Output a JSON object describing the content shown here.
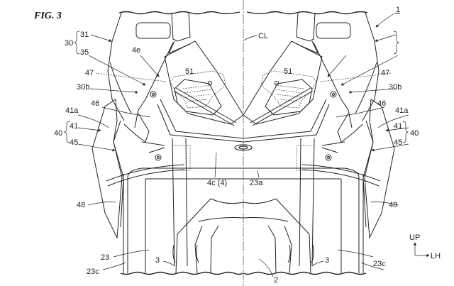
{
  "figure": {
    "title": "FIG. 3",
    "ref_main": "1",
    "centerline": "CL"
  },
  "labels": {
    "l31": "31",
    "l30": "30",
    "l35": "35",
    "l4e": "4e",
    "l51": "51",
    "l47": "47",
    "l30b": "30b",
    "l46": "46",
    "l41a": "41a",
    "l41": "41",
    "l40": "40",
    "l45": "45",
    "l4c": "4c (4)",
    "l23a": "23a",
    "l48": "48",
    "l23": "23",
    "l23c": "23c",
    "l3": "3",
    "l2": "2"
  },
  "axes": {
    "up": "UP",
    "lh": "LH"
  },
  "colors": {
    "ink": "#222222",
    "paper": "#ffffff"
  }
}
